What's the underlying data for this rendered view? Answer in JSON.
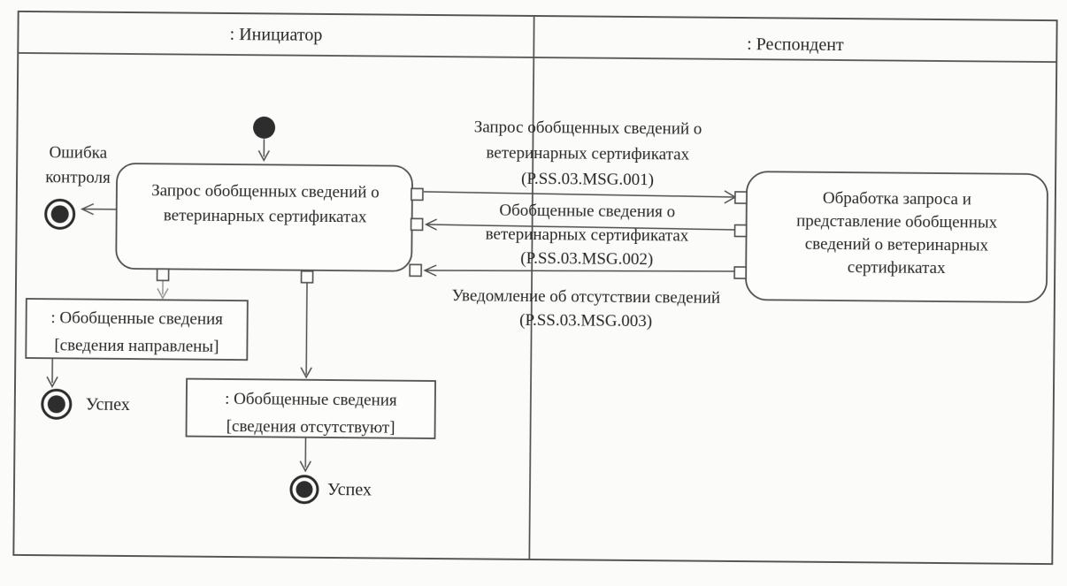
{
  "header": {
    "initiator_lane": ": Инициатор",
    "respondent_lane": ": Респондент"
  },
  "initiator": {
    "activity": "Запрос обобщенных сведений о\nветеринарных сертификатах",
    "error_label": "Ошибка\nконтроля",
    "object_sent_name": ": Обобщенные сведения",
    "object_sent_guard": "[сведения направлены]",
    "object_sent_final": "Успех",
    "object_absent_name": ": Обобщенные сведения",
    "object_absent_guard": "[сведения отсутствуют]",
    "object_absent_final": "Успех"
  },
  "respondent": {
    "activity": "Обработка запроса и\nпредставление обобщенных\nсведений о ветеринарных\nсертификатах"
  },
  "messages": [
    {
      "label": "Запрос обобщенных сведений о\nветеринарных сертификатах\n(P.SS.03.MSG.001)",
      "direction": "initiator-to-respondent"
    },
    {
      "label": "Обобщенные сведения о\nветеринарных сертификатах\n(P.SS.03.MSG.002)",
      "direction": "respondent-to-initiator"
    },
    {
      "label": "Уведомление об отсутствии сведений\n(P.SS.03.MSG.003)",
      "direction": "respondent-to-initiator"
    }
  ],
  "colors": {
    "ink": "#4f4f4f",
    "text": "#272727",
    "paper": "#fbfbf9"
  }
}
